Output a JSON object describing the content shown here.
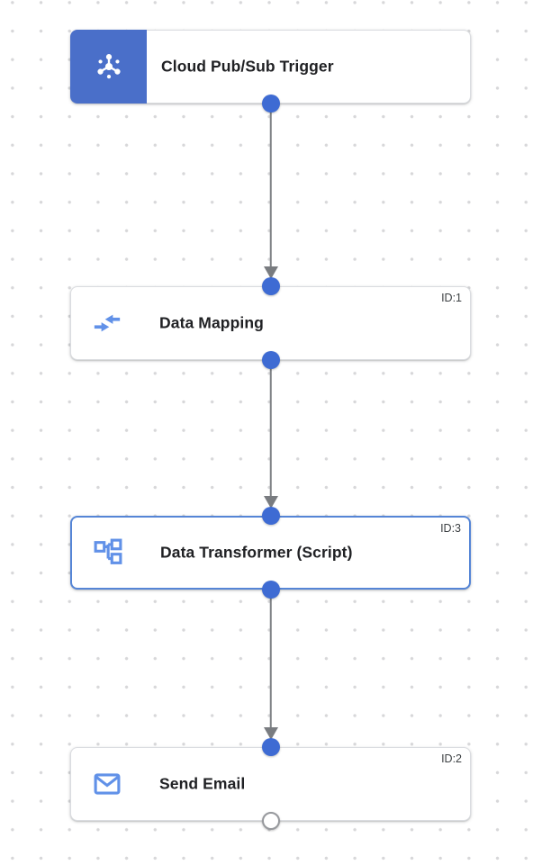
{
  "diagram": {
    "nodes": [
      {
        "label": "Cloud Pub/Sub Trigger",
        "id_badge": "",
        "kind": "trigger",
        "icon": "pubsub-trigger-icon",
        "selected": false
      },
      {
        "label": "Data Mapping",
        "id_badge": "ID:1",
        "kind": "task",
        "icon": "data-mapping-icon",
        "selected": false
      },
      {
        "label": "Data Transformer (Script)",
        "id_badge": "ID:3",
        "kind": "task",
        "icon": "data-transformer-icon",
        "selected": true
      },
      {
        "label": "Send Email",
        "id_badge": "ID:2",
        "kind": "task",
        "icon": "send-email-icon",
        "selected": false
      }
    ],
    "edges": [
      {
        "from": "Cloud Pub/Sub Trigger",
        "to": "Data Mapping"
      },
      {
        "from": "Data Mapping",
        "to": "Data Transformer (Script)"
      },
      {
        "from": "Data Transformer (Script)",
        "to": "Send Email"
      }
    ],
    "colors": {
      "trigger_block_blue": "#4a6fc9",
      "connection_dot_blue": "#3e6bd3",
      "selected_border_blue": "#5585d6",
      "node_border_gray": "#dadce0",
      "icon_blue": "#6191e8",
      "edge_gray": "#7d8084",
      "label_text": "#202124",
      "id_text": "#3c4043",
      "grid_dot": "#d7d7d9"
    }
  }
}
